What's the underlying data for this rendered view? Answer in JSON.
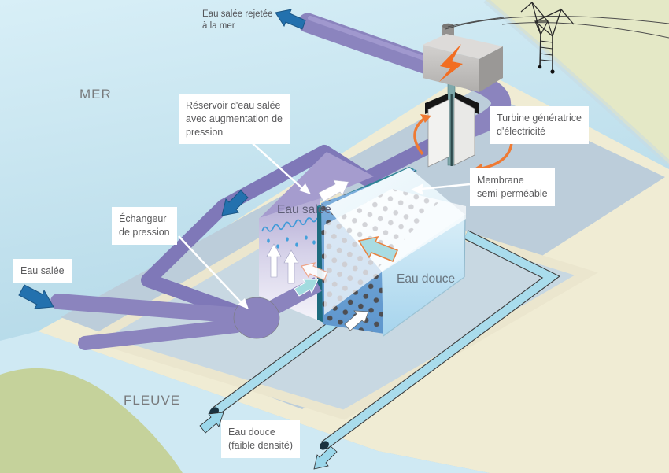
{
  "diagram": {
    "region_labels": {
      "sea": "MER",
      "river": "FLEUVE"
    },
    "callouts": {
      "reservoir": [
        "Réservoir d'eau salée",
        "avec augmentation de",
        "pression"
      ],
      "turbine": [
        "Turbine génératrice",
        "d'électricité"
      ],
      "membrane": [
        "Membrane",
        "semi-perméable"
      ],
      "exchanger": [
        "Échangeur",
        "de pression"
      ],
      "salt_water_inlet": [
        "Eau salée"
      ],
      "fresh_water_inlet": [
        "Eau douce",
        "(faible densité)"
      ],
      "sea_discharge": [
        "Eau salée rejetée",
        "à la mer"
      ]
    },
    "vessel_labels": {
      "salt_side": "Eau salée",
      "fresh_side": "Eau douce"
    },
    "colors": {
      "salt_pipe_purple": "#8b84be",
      "fresh_pipe_blue": "#a9dcec",
      "arrow_dark_blue": "#2371ae",
      "lightning_orange": "#f26d21",
      "rotation_arrow_orange": "#ef7a33",
      "membrane_teal": "#2f8496",
      "membrane_panel_blue": "#6ea6d6",
      "sea": "#bfdfec",
      "land": "#e4e8c6",
      "river": "#cfe9f3",
      "platform": "#bccdda",
      "path_cream": "#f0ecd4",
      "label_text": "#5a5a5c"
    }
  }
}
